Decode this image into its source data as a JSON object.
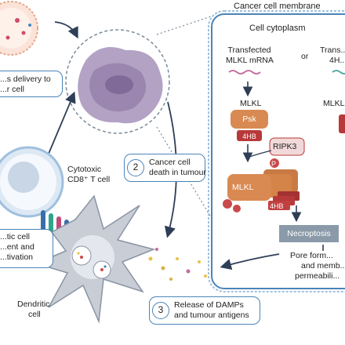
{
  "title_membrane": "Cancer cell membrane",
  "title_cytoplasm": "Cell cytoplasm",
  "delivery_line1": "...s delivery to",
  "delivery_line2": "...r cell",
  "step2_num": "2",
  "step2_line1": "Cancer cell",
  "step2_line2": "death in tumour",
  "step3_num": "3",
  "step3_line1": "Release of DAMPs",
  "step3_line2": "and tumour antigens",
  "tcell_line1": "Cytotoxic",
  "tcell_line2": "CD8⁺ T cell",
  "dc_text_line1": "...tic cell",
  "dc_text_line2": "...ent and",
  "dc_text_line3": "...tivation",
  "dendritic_line1": "Dendritic",
  "dendritic_line2": "cell",
  "mrna_line1": "Transfected",
  "mrna_line2": "MLKL mRNA",
  "or_text": "or",
  "other_line1": "Trans...",
  "other_line2": "4H...",
  "mlkl_left": "MLKL",
  "mlkl_right": "MLKL...",
  "psk": "Psk",
  "fourhb": "4HB",
  "ripk3": "RIPK3",
  "p_label": "P",
  "mlkl_big": "MLKL",
  "fourhb2": "4HB",
  "necroptosis": "Necroptosis",
  "pore_line1": "Pore form...",
  "pore_line2": "and memb...",
  "pore_line3": "permeabili...",
  "colors": {
    "accent_blue": "#4a84b8",
    "cell_purple": "#a896b8",
    "protein_orange": "#d98a52",
    "hb_red": "#b8393a",
    "necro_grey": "#8a9aa8"
  }
}
